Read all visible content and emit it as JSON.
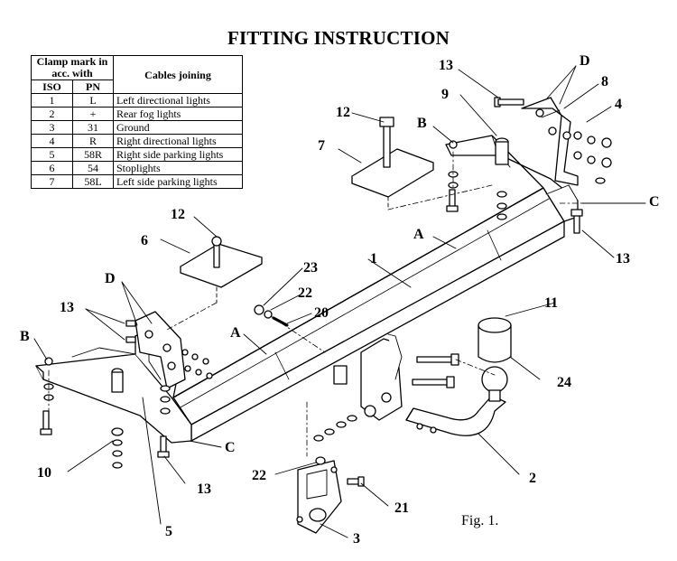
{
  "title": "FITTING INSTRUCTION",
  "table": {
    "header_clamp": "Clamp mark in acc. with",
    "header_cables": "Cables joining",
    "header_iso": "ISO",
    "header_pn": "PN",
    "rows": [
      {
        "iso": "1",
        "pn": "L",
        "cable": "Left directional lights"
      },
      {
        "iso": "2",
        "pn": "+",
        "cable": "Rear fog lights"
      },
      {
        "iso": "3",
        "pn": "31",
        "cable": "Ground"
      },
      {
        "iso": "4",
        "pn": "R",
        "cable": "Right directional lights"
      },
      {
        "iso": "5",
        "pn": "58R",
        "cable": "Right side parking lights"
      },
      {
        "iso": "6",
        "pn": "54",
        "cable": "Stoplights"
      },
      {
        "iso": "7",
        "pn": "58L",
        "cable": "Left side parking lights"
      }
    ]
  },
  "labels": {
    "n1": "1",
    "n2": "2",
    "n3": "3",
    "n4": "4",
    "n5": "5",
    "n6": "6",
    "n7": "7",
    "n8": "8",
    "n9": "9",
    "n10": "10",
    "n11": "11",
    "n12a": "12",
    "n12b": "12",
    "n13a": "13",
    "n13b": "13",
    "n13c": "13",
    "n13d": "13",
    "n20": "20",
    "n21": "21",
    "n22a": "22",
    "n22b": "22",
    "n23": "23",
    "n24": "24",
    "A1": "A",
    "A2": "A",
    "B1": "B",
    "B2": "B",
    "C1": "C",
    "C2": "C",
    "D1": "D",
    "D2": "D"
  },
  "caption": "Fig. 1."
}
